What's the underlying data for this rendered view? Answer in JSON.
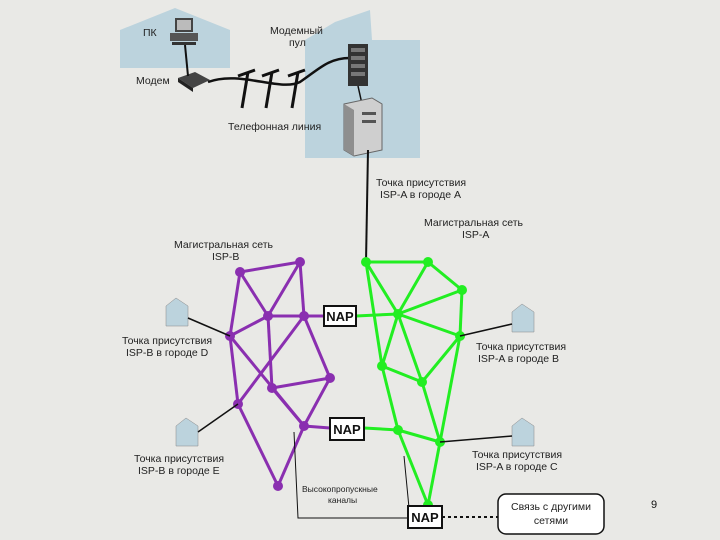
{
  "labels": {
    "pc": "ПК",
    "modem": "Модем",
    "modem_pool_1": "Модемный",
    "modem_pool_2": "пул",
    "phone_line": "Телефонная линия",
    "pop_a_city_a_1": "Точка присутствия",
    "pop_a_city_a_2": "ISP-A в городе A",
    "backbone_a_1": "Магистральная сеть",
    "backbone_a_2": "ISP-A",
    "backbone_b_1": "Магистральная сеть",
    "backbone_b_2": "ISP-B",
    "pop_b_city_d_1": "Точка присутствия",
    "pop_b_city_d_2": "ISP-B в городе D",
    "pop_a_city_b_1": "Точка присутствия",
    "pop_a_city_b_2": "ISP-A в городе B",
    "pop_b_city_e_1": "Точка присутствия",
    "pop_b_city_e_2": "ISP-B в городе E",
    "pop_a_city_c_1": "Точка присутствия",
    "pop_a_city_c_2": "ISP-A в городе C",
    "high_bw_1": "Высокопропускные",
    "high_bw_2": "каналы",
    "other_nets_1": "Связь с другими",
    "other_nets_2": "сетями",
    "nap": "NAP"
  },
  "page_number": "9",
  "colors": {
    "isp_a": "#22ee22",
    "isp_b": "#8a2fb0",
    "house": "#bcd3dd",
    "line": "#111111"
  }
}
